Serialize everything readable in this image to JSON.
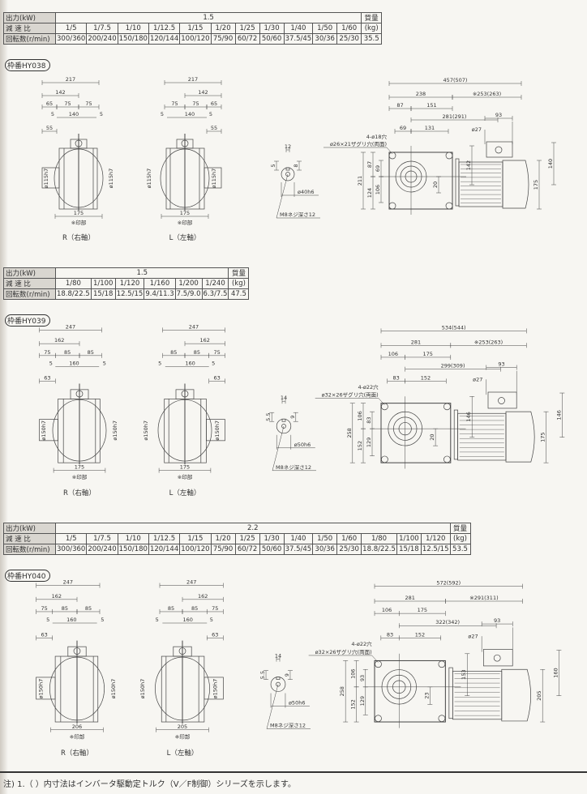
{
  "sections": [
    {
      "table": {
        "output_label": "出力(kW)",
        "output_value": "1.5",
        "ratio_label": "減 速 比",
        "ratios": [
          "1/5",
          "1/7.5",
          "1/10",
          "1/12.5",
          "1/15",
          "1/20",
          "1/25",
          "1/30",
          "1/40",
          "1/50",
          "1/60"
        ],
        "speed_label": "回転数(r/min)",
        "speeds": [
          "300/360",
          "200/240",
          "150/180",
          "120/144",
          "100/120",
          "75/90",
          "60/72",
          "50/60",
          "37.5/45",
          "30/36",
          "25/30"
        ],
        "mass_label": "質量",
        "mass_unit": "(kg)",
        "mass": "35.5"
      },
      "frame_label": "枠番HY038",
      "drawing": {
        "side": {
          "w": "217",
          "half": "142",
          "a": "65",
          "b": "75",
          "c": "75",
          "gap_l": "5",
          "mid": "140",
          "gap_r": "5",
          "shaft": "55",
          "dia": "ø115h7",
          "base_r": "175",
          "base_l": "175",
          "mark": "※印部",
          "caption_r": "R（右軸）",
          "caption_l": "L（左軸）"
        },
        "shaft": {
          "key_w": "12",
          "d1": "5",
          "d2": "8",
          "dia": "ø40h6",
          "tap": "M8ネジ深さ12"
        },
        "main": {
          "overall": "457(507)",
          "gear": "238",
          "motor": "※253(263)",
          "left": "87",
          "right": "151",
          "to_box": "281(291)",
          "in_l": "69",
          "in_r": "131",
          "box_w": "93",
          "box_dia": "ø27",
          "hole1": "4-ø18穴",
          "hole2": "ø26×21ザグリ穴(両面)",
          "h_total": "211",
          "h_up": "87",
          "h_down": "124",
          "in_up": "69",
          "in_down": "106",
          "off": "20",
          "motor_h": "142",
          "tb_h": "140",
          "motor_r": "175"
        }
      }
    },
    {
      "table": {
        "output_label": "出力(kW)",
        "output_value": "1.5",
        "ratio_label": "減 速 比",
        "ratios": [
          "1/80",
          "1/100",
          "1/120",
          "1/160",
          "1/200",
          "1/240"
        ],
        "speed_label": "回転数(r/min)",
        "speeds": [
          "18.8/22.5",
          "15/18",
          "12.5/15",
          "9.4/11.3",
          "7.5/9.0",
          "6.3/7.5"
        ],
        "mass_label": "質量",
        "mass_unit": "(kg)",
        "mass": "47.5"
      },
      "frame_label": "枠番HY039",
      "drawing": {
        "side": {
          "w": "247",
          "half": "162",
          "a": "75",
          "b": "85",
          "c": "85",
          "gap_l": "5",
          "mid": "160",
          "gap_r": "5",
          "shaft": "63",
          "dia": "ø150h7",
          "base_r": "175",
          "base_l": "175",
          "mark": "※印部",
          "caption_r": "R（右軸）",
          "caption_l": "L（左軸）"
        },
        "shaft": {
          "key_w": "14",
          "d1": "5.5",
          "d2": "9",
          "dia": "ø50h6",
          "tap": "M8ネジ深さ12"
        },
        "main": {
          "overall": "534(544)",
          "gear": "281",
          "motor": "※253(263)",
          "left": "106",
          "right": "175",
          "to_box": "299(309)",
          "in_l": "83",
          "in_r": "152",
          "box_w": "93",
          "box_dia": "ø27",
          "hole1": "4-ø22穴",
          "hole2": "ø32×26ザグリ穴(両面)",
          "h_total": "258",
          "h_up": "106",
          "h_down": "152",
          "in_up": "83",
          "in_down": "129",
          "off": "20",
          "motor_h": "146",
          "tb_h": "146",
          "motor_r": "175"
        }
      }
    },
    {
      "table": {
        "output_label": "出力(kW)",
        "output_value": "2.2",
        "ratio_label": "減 速 比",
        "ratios": [
          "1/5",
          "1/7.5",
          "1/10",
          "1/12.5",
          "1/15",
          "1/20",
          "1/25",
          "1/30",
          "1/40",
          "1/50",
          "1/60",
          "1/80",
          "1/100",
          "1/120"
        ],
        "speed_label": "回転数(r/min)",
        "speeds": [
          "300/360",
          "200/240",
          "150/180",
          "120/144",
          "100/120",
          "75/90",
          "60/72",
          "50/60",
          "37.5/45",
          "30/36",
          "25/30",
          "18.8/22.5",
          "15/18",
          "12.5/15"
        ],
        "mass_label": "質量",
        "mass_unit": "(kg)",
        "mass": "53.5"
      },
      "frame_label": "枠番HY040",
      "drawing": {
        "side": {
          "w": "247",
          "half": "162",
          "a": "75",
          "b": "85",
          "c": "85",
          "gap_l": "5",
          "mid": "160",
          "gap_r": "5",
          "shaft": "63",
          "dia": "ø150h7",
          "base_r": "206",
          "base_l": "205",
          "mark": "※印部",
          "caption_r": "R（右軸）",
          "caption_l": "L（左軸）"
        },
        "shaft": {
          "key_w": "14",
          "d1": "5.5",
          "d2": "9",
          "dia": "ø50h6",
          "tap": "M8ネジ深さ12"
        },
        "main": {
          "overall": "572(592)",
          "gear": "281",
          "motor": "※291(311)",
          "left": "106",
          "right": "175",
          "to_box": "322(342)",
          "in_l": "83",
          "in_r": "152",
          "box_w": "93",
          "box_dia": "ø27",
          "hole1": "4-ø22穴",
          "hole2": "ø32×26ザグリ穴(両面)",
          "h_total": "258",
          "h_up": "106",
          "h_down": "152",
          "in_up": "93",
          "in_down": "129",
          "off": "23",
          "motor_h": "153",
          "tb_h": "160",
          "motor_r": "205"
        }
      }
    }
  ],
  "footer": {
    "note": "注) 1.（ ）内寸法はインバータ駆動定トルク（V／F制御）シリーズを示します。"
  }
}
